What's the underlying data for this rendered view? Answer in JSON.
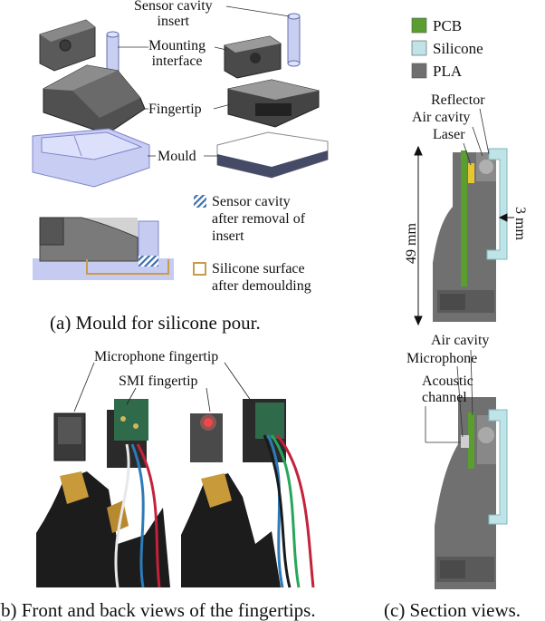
{
  "panel_a": {
    "labels": {
      "sensor_cavity_insert": "Sensor cavity\ninsert",
      "mounting_interface": "Mounting\ninterface",
      "fingertip": "Fingertip",
      "mould": "Mould",
      "sensor_cavity_removal": "Sensor cavity\nafter removal of\ninsert",
      "silicone_surface": "Silicone surface\nafter demoulding"
    },
    "caption": "(a) Mould for silicone pour."
  },
  "panel_b": {
    "labels": {
      "microphone_fingertip": "Microphone fingertip",
      "smi_fingertip": "SMI fingertip"
    },
    "caption": "(b) Front and back views of the fingertips."
  },
  "panel_c": {
    "legend": [
      {
        "label": "PCB",
        "color": "#5a9e2f"
      },
      {
        "label": "Silicone",
        "color": "#bfe3e6"
      },
      {
        "label": "PLA",
        "color": "#6f6f6f"
      }
    ],
    "labels": {
      "reflector": "Reflector",
      "air_cavity_top": "Air cavity",
      "laser": "Laser",
      "dim_49": "49 mm",
      "dim_3": "3 mm",
      "air_cavity_bottom": "Air cavity",
      "microphone": "Microphone",
      "acoustic_channel": "Acoustic\nchannel"
    },
    "caption": "(c) Section views."
  }
}
